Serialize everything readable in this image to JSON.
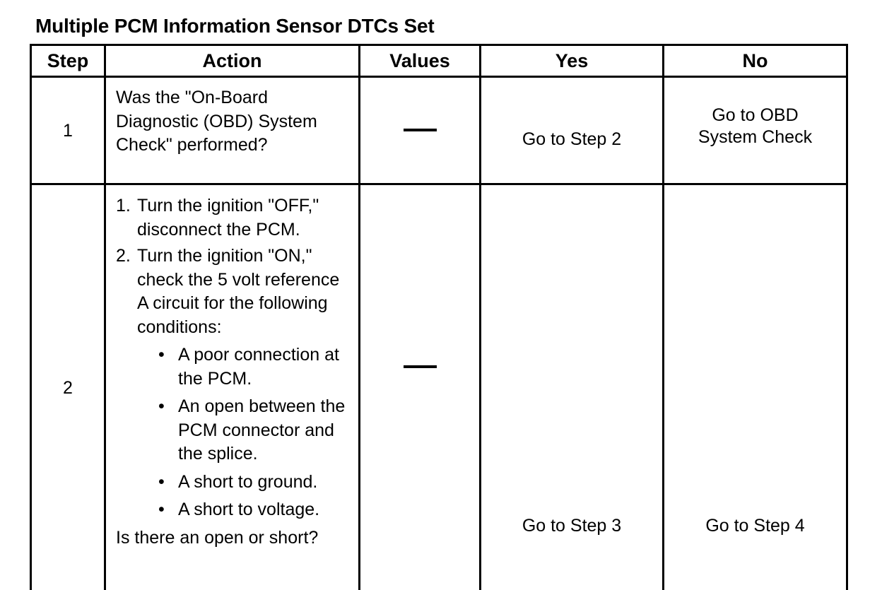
{
  "document": {
    "title": "Multiple PCM Information Sensor DTCs Set"
  },
  "table": {
    "headers": {
      "step": "Step",
      "action": "Action",
      "values": "Values",
      "yes": "Yes",
      "no": "No"
    },
    "rows": [
      {
        "step": "1",
        "action": {
          "type": "paragraph",
          "text": "Was the \"On-Board Diagnostic (OBD) System Check\" performed?"
        },
        "values": "—",
        "yes": "Go to Step 2",
        "no_line1": "Go to OBD",
        "no_line2": "System Check"
      },
      {
        "step": "2",
        "action": {
          "type": "list",
          "items": [
            {
              "marker": "1.",
              "text": "Turn the ignition \"OFF,\" disconnect the PCM."
            },
            {
              "marker": "2.",
              "text": "Turn the ignition \"ON,\" check the 5 volt reference A circuit for the following conditions:"
            }
          ],
          "bullets": [
            "A poor connection at the PCM.",
            "An open between the PCM connector and the splice.",
            "A short to ground.",
            "A short to voltage."
          ],
          "closing_question": "Is there an open or short?"
        },
        "values": "—",
        "yes": "Go to Step 3",
        "no": "Go to Step 4"
      }
    ]
  },
  "bullet_glyph": "•",
  "colors": {
    "ink": "#000000",
    "paper": "#ffffff",
    "rule": "#000000"
  }
}
